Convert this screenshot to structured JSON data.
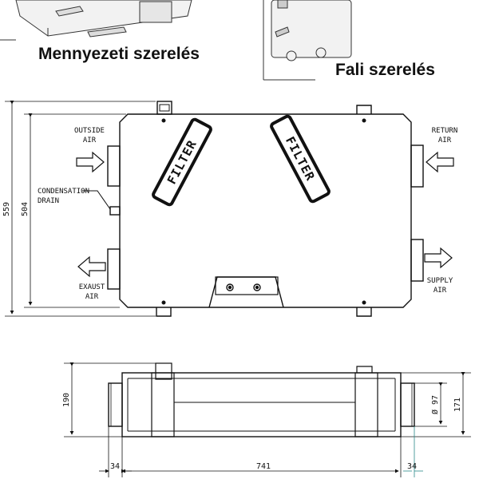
{
  "captions": {
    "ceiling_mount": "Mennyezeti szerelés",
    "wall_mount": "Fali szerelés"
  },
  "labels": {
    "outside_air": [
      "OUTSIDE",
      "AIR"
    ],
    "return_air": [
      "RETURN",
      "AIR"
    ],
    "condensation_drain": [
      "CONDENSATION",
      "DRAIN"
    ],
    "exhaust_air": [
      "EXAUST",
      "AIR"
    ],
    "supply_air": [
      "SUPPLY",
      "AIR"
    ],
    "filter_left": "FILTER",
    "filter_right": "FILTER"
  },
  "dimensions": {
    "outer_height": "559",
    "inner_height": "504",
    "side_height": "190",
    "duct_diameter": "Ø 97",
    "body_height": "171",
    "left_stub": "34",
    "body_length": "741",
    "right_stub": "34"
  }
}
